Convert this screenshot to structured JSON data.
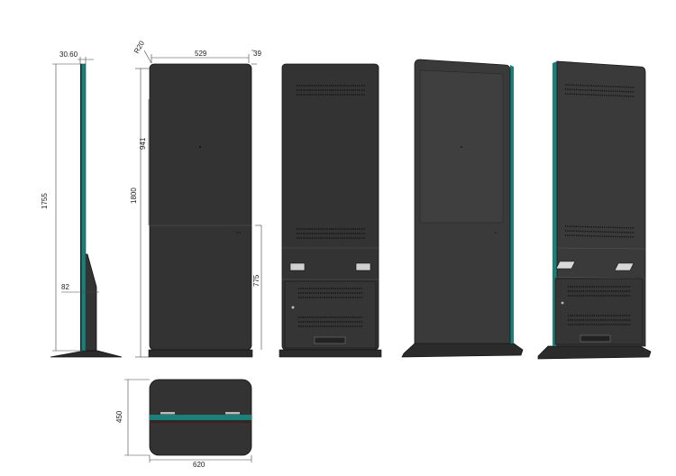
{
  "colors": {
    "accent": "#1b7f7a",
    "body": "#3a3a3a",
    "base": "#2b2b2b"
  },
  "dimensions": {
    "depth_top": "30.60",
    "height_side": "1755",
    "base_height_side": "82",
    "corner": "R20",
    "width_front": "529",
    "top_margin": "39",
    "screen_height": "941",
    "total_height": "1800",
    "lower_height": "775",
    "base_depth": "450",
    "base_width": "620"
  }
}
